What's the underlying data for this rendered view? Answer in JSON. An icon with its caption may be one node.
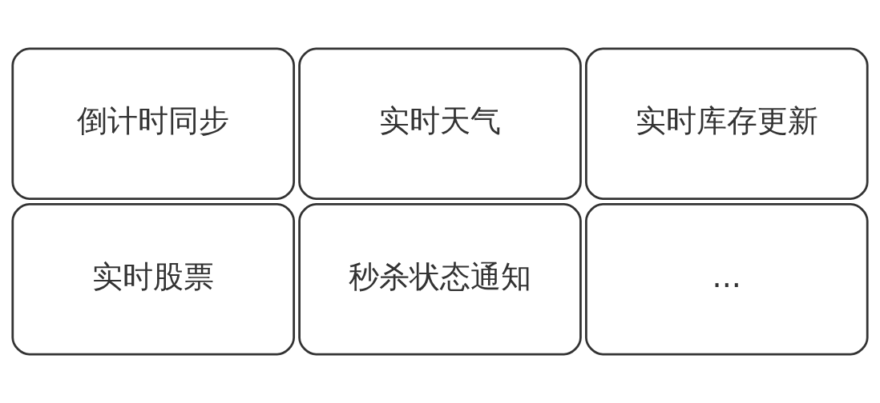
{
  "diagram": {
    "nodes": [
      {
        "text": [
          "倒计时同步"
        ]
      },
      {
        "text": [
          "实时天气"
        ]
      },
      {
        "text": [
          "实时库存更新"
        ]
      },
      {
        "text": [
          "实时股票"
        ]
      },
      {
        "text": [
          "秒杀状态通知"
        ]
      },
      {
        "text": [
          "..."
        ]
      }
    ],
    "edges": []
  }
}
